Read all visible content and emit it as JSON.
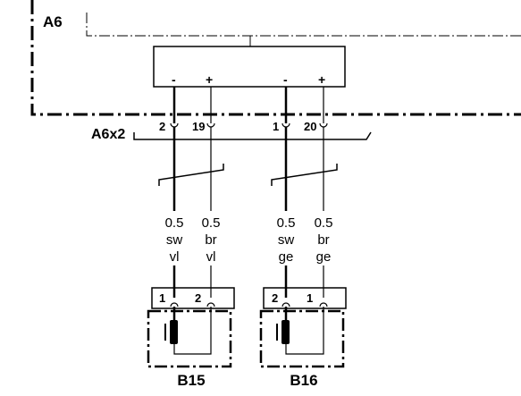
{
  "module": {
    "name": "A6"
  },
  "connector": {
    "name": "A6x2"
  },
  "terminals": [
    "-",
    "+",
    "-",
    "+"
  ],
  "pins": [
    "2",
    "19",
    "1",
    "20"
  ],
  "wires": [
    {
      "size": "0.5",
      "color_a": "sw",
      "color_b": "vl"
    },
    {
      "size": "0.5",
      "color_a": "br",
      "color_b": "vl"
    },
    {
      "size": "0.5",
      "color_a": "sw",
      "color_b": "ge"
    },
    {
      "size": "0.5",
      "color_a": "br",
      "color_b": "ge"
    }
  ],
  "sensors": [
    {
      "name": "B15",
      "pins": [
        "1",
        "2"
      ]
    },
    {
      "name": "B16",
      "pins": [
        "2",
        "1"
      ]
    }
  ]
}
